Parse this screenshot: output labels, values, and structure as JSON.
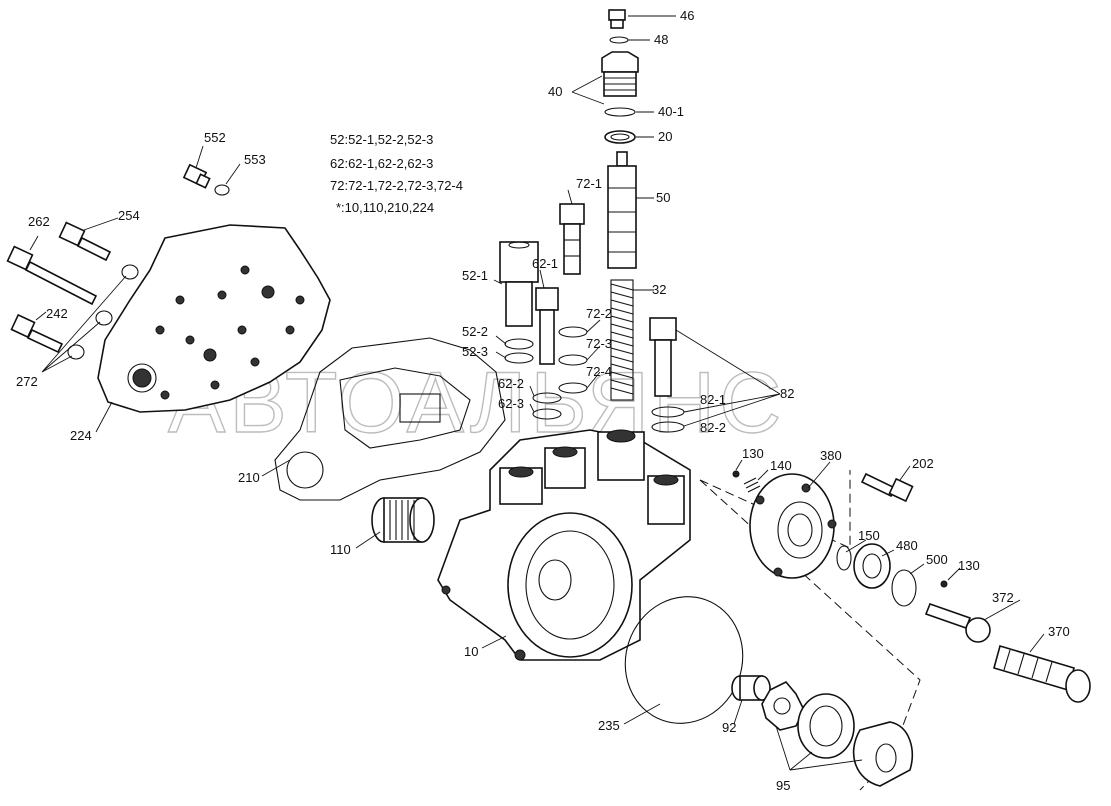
{
  "watermark": "АВТОАЛЬЯНС",
  "notes": [
    "52:52-1,52-2,52-3",
    "62:62-1,62-2,62-3",
    "72:72-1,72-2,72-3,72-4",
    "*:10,110,210,224"
  ],
  "labels": {
    "p46": "46",
    "p48": "48",
    "p40": "40",
    "p40_1": "40-1",
    "p20": "20",
    "p50": "50",
    "p72_1": "72-1",
    "p32": "32",
    "p72_2": "72-2",
    "p72_3": "72-3",
    "p72_4": "72-4",
    "p552": "552",
    "p553": "553",
    "p262": "262",
    "p254": "254",
    "p242": "242",
    "p272": "272",
    "p224": "224",
    "p52_1": "52-1",
    "p62_1": "62-1",
    "p52_2": "52-2",
    "p52_3": "52-3",
    "p62_2": "62-2",
    "p62_3": "62-3",
    "p82": "82",
    "p82_1": "82-1",
    "p82_2": "82-2",
    "p210": "210",
    "p110": "110",
    "p10": "10",
    "p130a": "130",
    "p140": "140",
    "p380": "380",
    "p202": "202",
    "p150": "150",
    "p480": "480",
    "p500": "500",
    "p130b": "130",
    "p372": "372",
    "p370": "370",
    "p235": "235",
    "p92": "92",
    "p95": "95"
  }
}
